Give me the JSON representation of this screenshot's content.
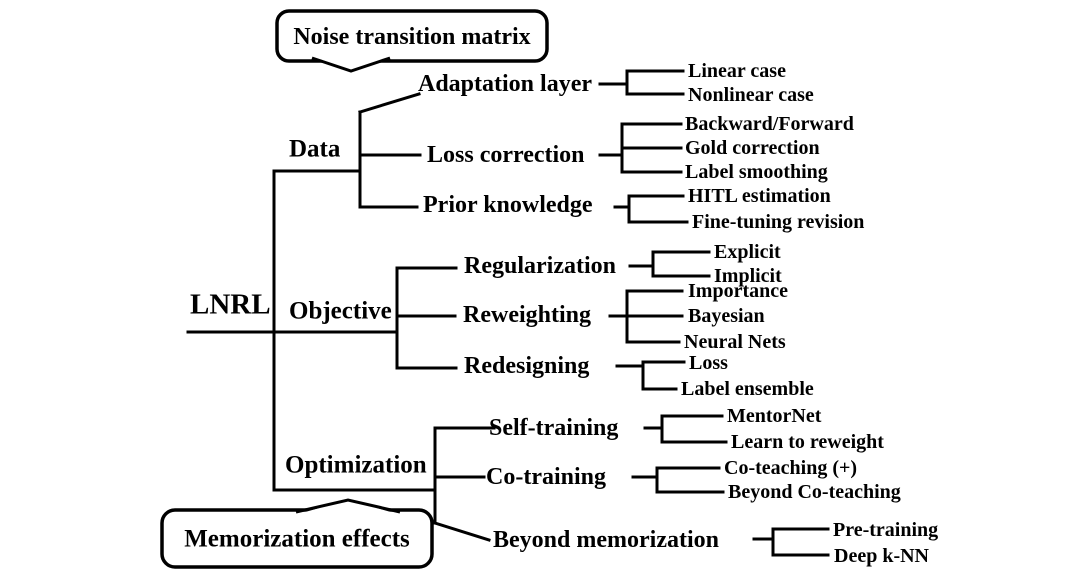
{
  "colors": {
    "ink": "#000000",
    "background": "#ffffff"
  },
  "diagram": {
    "root": {
      "label": "LNRL"
    },
    "callouts": {
      "top": "Noise transition matrix",
      "bottom": "Memorization effects"
    },
    "branches": [
      {
        "label": "Data",
        "children": [
          {
            "label": "Adaptation layer",
            "children": [
              {
                "label": "Linear case"
              },
              {
                "label": "Nonlinear case"
              }
            ]
          },
          {
            "label": "Loss correction",
            "children": [
              {
                "label": "Backward/Forward"
              },
              {
                "label": "Gold correction"
              },
              {
                "label": "Label smoothing"
              }
            ]
          },
          {
            "label": "Prior knowledge",
            "children": [
              {
                "label": "HITL estimation"
              },
              {
                "label": "Fine-tuning revision"
              }
            ]
          }
        ]
      },
      {
        "label": "Objective",
        "children": [
          {
            "label": "Regularization",
            "children": [
              {
                "label": "Explicit"
              },
              {
                "label": "Implicit"
              }
            ]
          },
          {
            "label": "Reweighting",
            "children": [
              {
                "label": "Importance"
              },
              {
                "label": "Bayesian"
              },
              {
                "label": "Neural Nets"
              }
            ]
          },
          {
            "label": "Redesigning",
            "children": [
              {
                "label": "Loss"
              },
              {
                "label": "Label ensemble"
              }
            ]
          }
        ]
      },
      {
        "label": "Optimization",
        "children": [
          {
            "label": "Self-training",
            "children": [
              {
                "label": "MentorNet"
              },
              {
                "label": "Learn to reweight"
              }
            ]
          },
          {
            "label": "Co-training",
            "children": [
              {
                "label": "Co-teaching (+)"
              },
              {
                "label": "Beyond Co-teaching"
              }
            ]
          },
          {
            "label": "Beyond memorization",
            "children": [
              {
                "label": "Pre-training"
              },
              {
                "label": "Deep k-NN"
              }
            ]
          }
        ]
      }
    ]
  }
}
